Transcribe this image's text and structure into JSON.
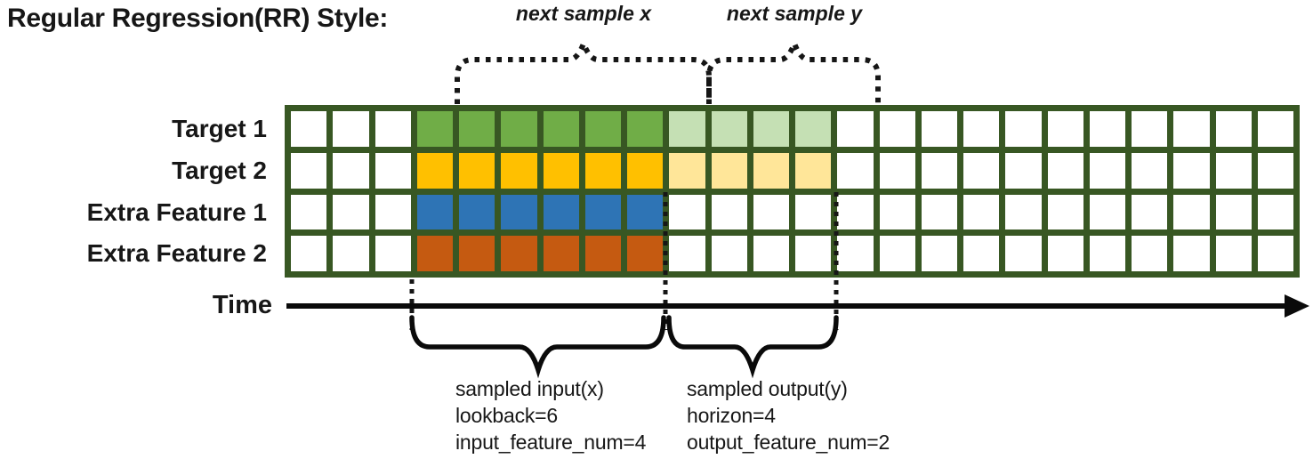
{
  "title": "Regular Regression(RR) Style:",
  "annotations": {
    "next_sample_x": "next sample x",
    "next_sample_y": "next sample y",
    "time_label": "Time",
    "sample_input": {
      "title": "sampled input(x)",
      "lookback": "lookback=6",
      "feature_num": "input_feature_num=4"
    },
    "sample_output": {
      "title": "sampled output(y)",
      "horizon": "horizon=4",
      "feature_num": "output_feature_num=2"
    }
  },
  "colors": {
    "grid_border": "#385723",
    "cell_empty": "#ffffff",
    "target1_lookback": "#70AD47",
    "target1_horizon": "#C5E0B4",
    "target2_lookback": "#FFC000",
    "target2_horizon": "#FFE699",
    "extra1_lookback": "#2E74B5",
    "extra2_lookback": "#C55A11"
  },
  "grid": {
    "type": "sampling-grid",
    "columns": 24,
    "lead_empty_columns": 3,
    "lookback": 6,
    "horizon": 4,
    "rows": [
      {
        "label": "Target 1",
        "role": "target",
        "lookback_color": "#70AD47",
        "horizon_color": "#C5E0B4",
        "horizon_filled": true
      },
      {
        "label": "Target 2",
        "role": "target",
        "lookback_color": "#FFC000",
        "horizon_color": "#FFE699",
        "horizon_filled": true
      },
      {
        "label": "Extra Feature 1",
        "role": "extra-feature",
        "lookback_color": "#2E74B5",
        "horizon_color": null,
        "horizon_filled": false
      },
      {
        "label": "Extra Feature 2",
        "role": "extra-feature",
        "lookback_color": "#C55A11",
        "horizon_color": null,
        "horizon_filled": false
      }
    ]
  }
}
